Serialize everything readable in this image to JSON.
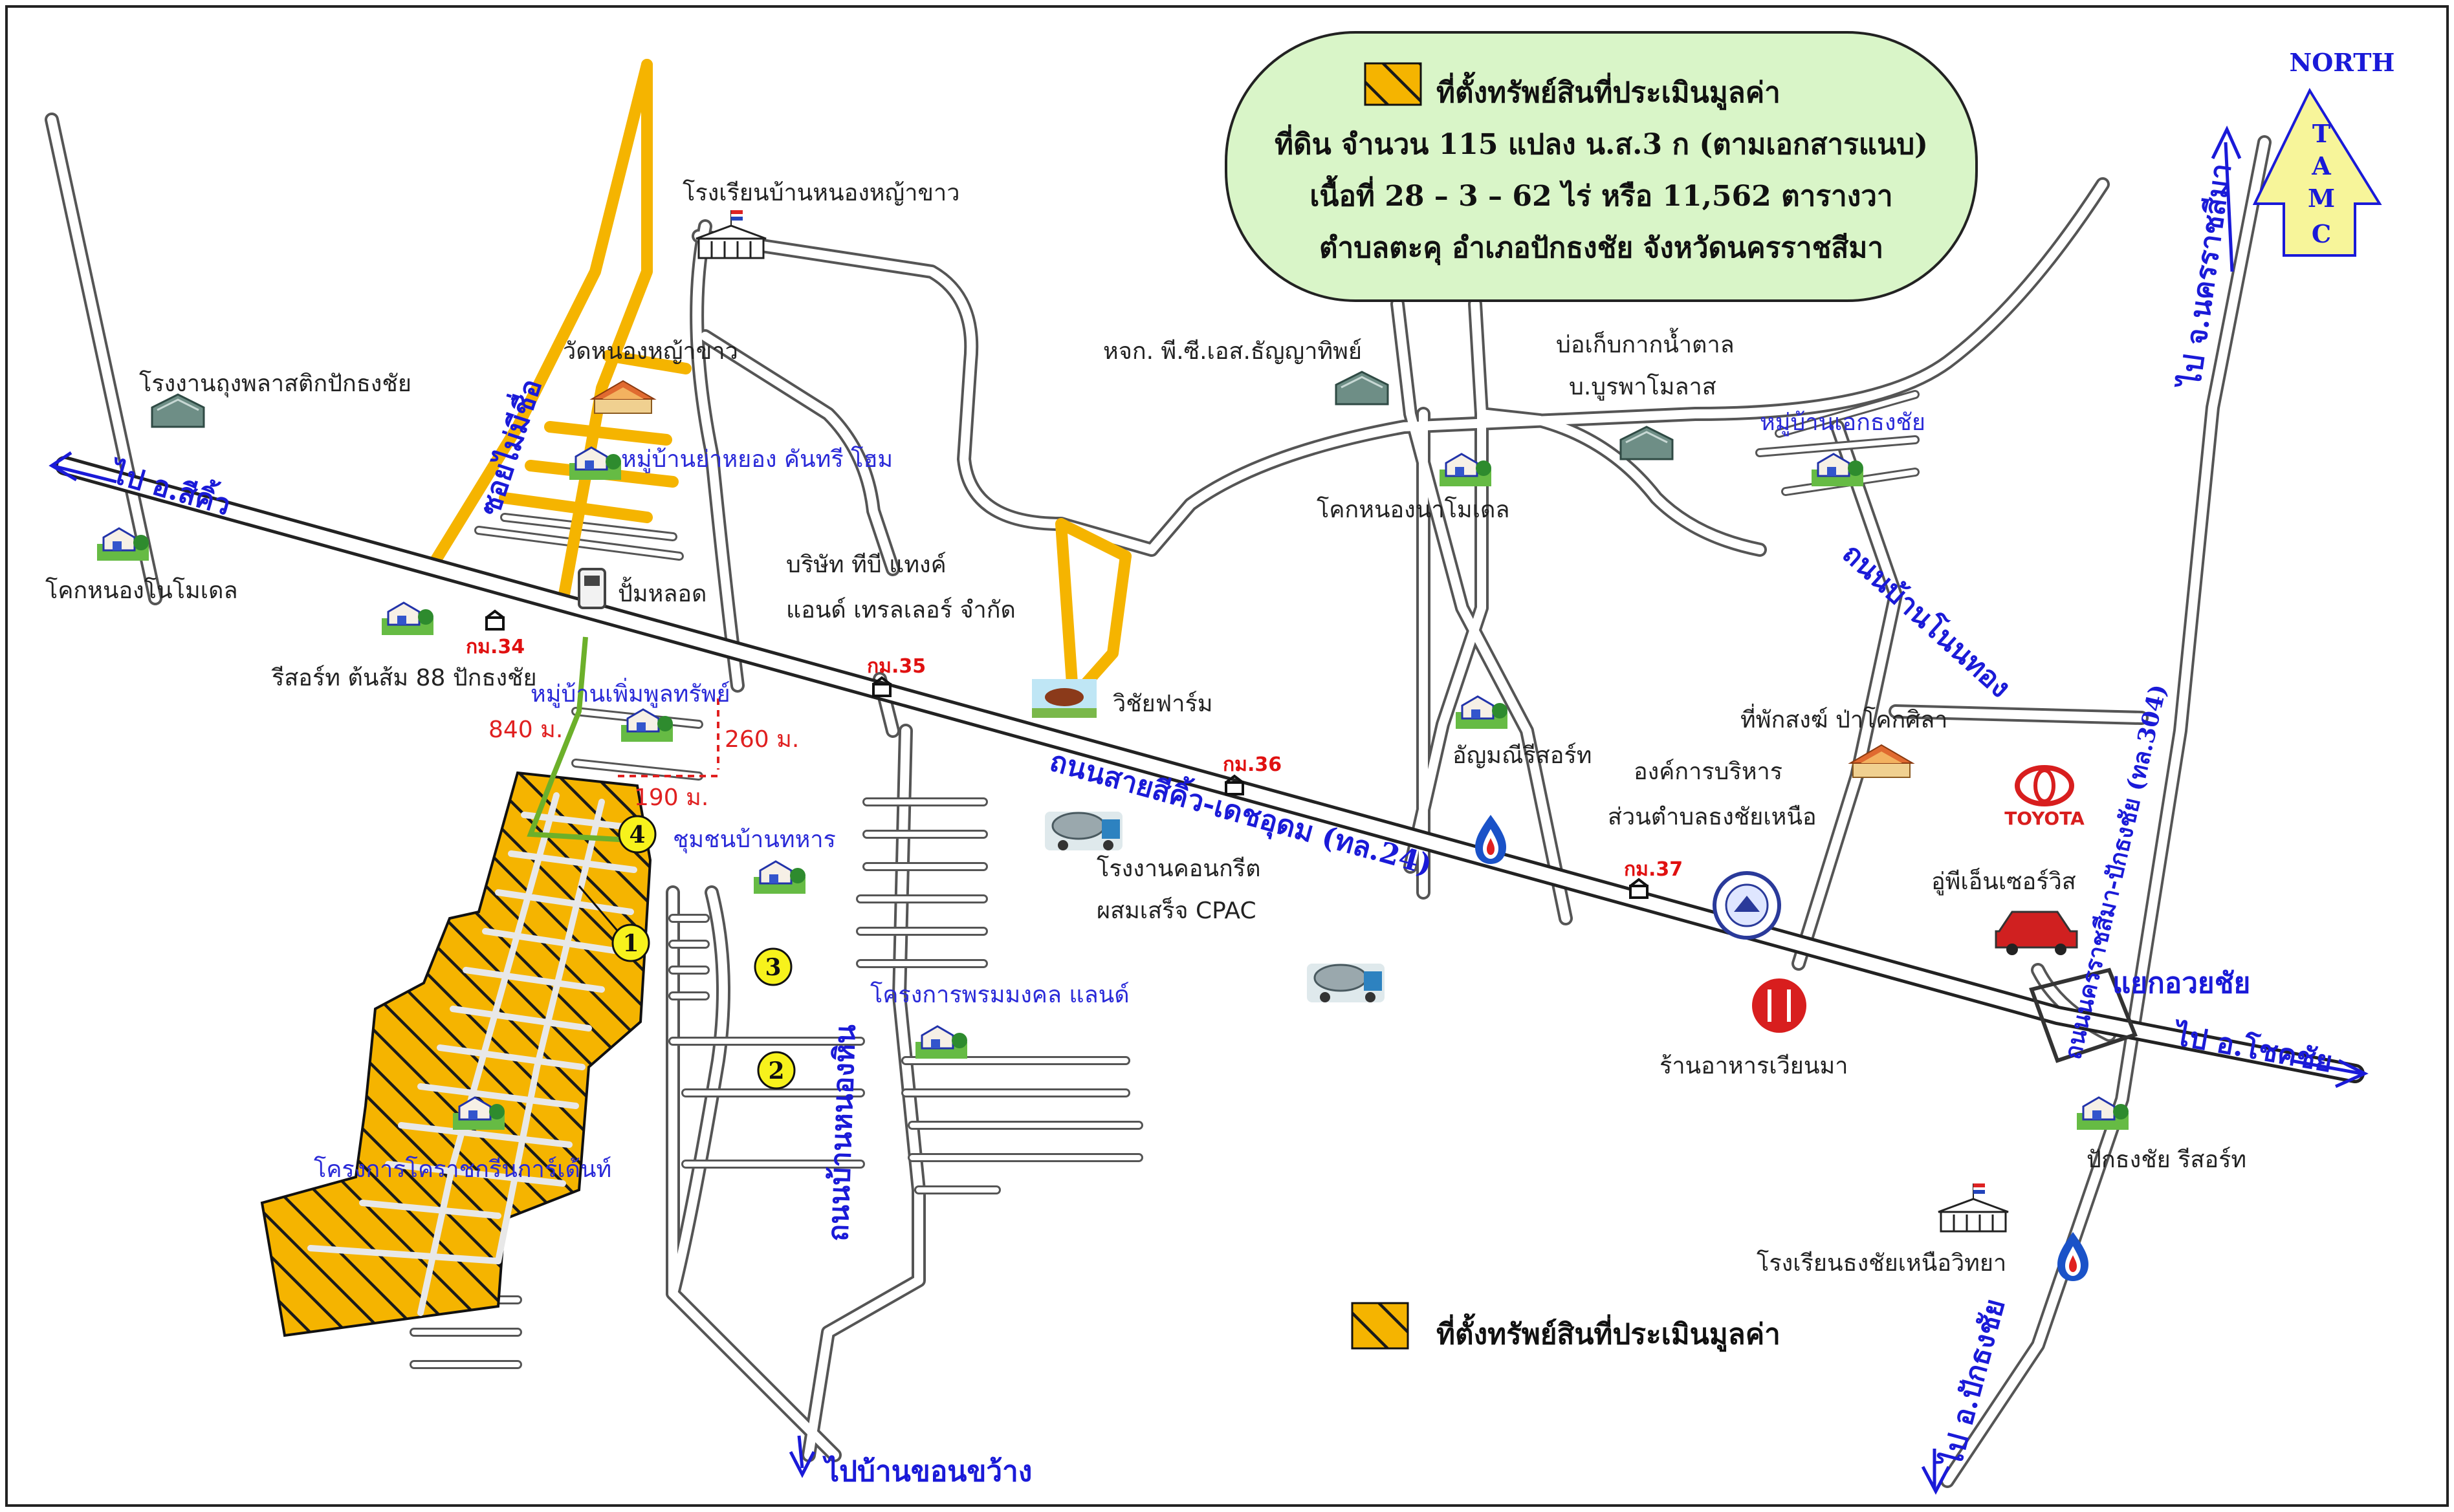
{
  "legend_box": {
    "title": "ที่ตั้งทรัพย์สินที่ประเมินมูลค่า",
    "line2": "ที่ดิน  จำนวน  115  แปลง  น.ส.3 ก (ตามเอกสารแนบ)",
    "line3": "เนื้อที่  28 – 3 – 62  ไร่  หรือ 11,562  ตารางวา",
    "line4": "ตำบลตะคุ  อำเภอปักธงชัย จังหวัดนครราชสีมา",
    "bg_color": "#d9f5c8",
    "hatch_color": "#f5b400"
  },
  "bottom_legend": {
    "label": "ที่ตั้งทรัพย์สินที่ประเมินมูลค่า"
  },
  "north_arrow": {
    "title": "NORTH",
    "letters": [
      "T",
      "A",
      "M",
      "C"
    ],
    "color": "#f7f59a"
  },
  "directions": {
    "to_sikhio": "ไป อ.สีคิ้ว",
    "to_chokchai": "ไป อ.โชคชัย",
    "to_nakhon": "ไป จ.นครราชสีมา",
    "to_pakthongchai": "ไป อ.ปักธงชัย",
    "to_ban_khon_khwang": "ไปบ้านขอนขว้าง"
  },
  "roads": {
    "main_highway": "ถนนสายสีคิ้ว-เดชอุดม (ทล.24)",
    "soi_mai_ru_chue": "ซอยไม่มีชื่อ",
    "ban_non_thong": "ถนนบ้านโนนทอง",
    "ban_nong_hin": "ถนนบ้านหนองหิน",
    "highway_304": "ถนนนครราชสีมา-ปักธงชัย (ทล.304)",
    "junction": "แยกอวยชัย"
  },
  "km_markers": [
    "กม.34",
    "กม.35",
    "กม.36",
    "กม.37"
  ],
  "distances": {
    "d840": "840 ม.",
    "d260": "260 ม.",
    "d190": "190 ม."
  },
  "markers": [
    "1",
    "2",
    "3",
    "4"
  ],
  "places": {
    "school_nong_ya_khao": "โรงเรียนบ้านหนองหญ้าขาว",
    "wat_nong_ya_khao": "วัดหนองหญ้าขาว",
    "plastic_bag_factory": "โรงงานถุงพลาสติกปักธงชัย",
    "village_ya_yong": "หมู่บ้านย่าหยอง คันทรี โฮม",
    "khok_nong_no_motel": "โคกหนองโนโมเดล",
    "resort_tonsom": "รีสอร์ท ต้นส้ม 88 ปักธงชัย",
    "gas_station": "ปั้มหลอด",
    "tb_trading_line1": "บริษัท ทีบี แทงค์",
    "tb_trading_line2": "แอนด์ เทรลเลอร์ จำกัด",
    "village_phoem_phun": "หมู่บ้านเพิ่มพูลทรัพย์",
    "community_thahan": "ชุมชนบ้านทหาร",
    "wichai_farm": "วิชัยฟาร์ม",
    "cpac_line1": "โรงงานคอนกรีต",
    "cpac_line2": "ผสมเสร็จ CPAC",
    "project_phrom_mongkol": "โครงการพรมมงคล แลนด์",
    "project_korat_green": "โครงการโคราชกรีนการ์เด้นท์",
    "pc_dhanya": "หจก. พี.ซี.เอส.ธัญญาทิพย์",
    "molasses_line1": "บ่อเก็บกากน้ำตาล",
    "molasses_line2": "บ.บูรพาโมลาส",
    "village_thongchai": "หมู่บ้านเอกธงชัย",
    "khok_nong_na_model": "โคกหนองนาโมเดล",
    "anmani_resort": "อัญมณีรีสอร์ท",
    "sangha_house": "ที่พักสงฆ์ ป่าโคกศิลา",
    "sao_line1": "องค์การบริหาร",
    "sao_line2": "ส่วนตำบลธงชัยเหนือ",
    "toyota": "TOYOTA",
    "garage": "อู่พีเอ็นเซอร์วิส",
    "restaurant_vietnam": "ร้านอาหารเวียนมา",
    "pakthongchai_resort": "ปักธงชัย รีสอร์ท",
    "school_thongchai_nuea": "โรงเรียนธงชัยเหนือวิทยา"
  }
}
